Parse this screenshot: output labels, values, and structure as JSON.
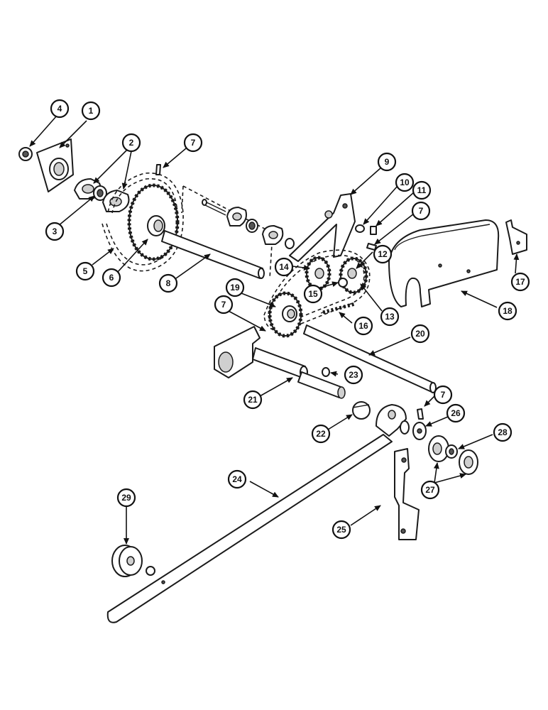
{
  "callouts": [
    {
      "id": "c1",
      "label": "1"
    },
    {
      "id": "c2",
      "label": "2"
    },
    {
      "id": "c3",
      "label": "3"
    },
    {
      "id": "c4",
      "label": "4"
    },
    {
      "id": "c5",
      "label": "5"
    },
    {
      "id": "c6",
      "label": "6"
    },
    {
      "id": "c7a",
      "label": "7"
    },
    {
      "id": "c7b",
      "label": "7"
    },
    {
      "id": "c7c",
      "label": "7"
    },
    {
      "id": "c7d",
      "label": "7"
    },
    {
      "id": "c8",
      "label": "8"
    },
    {
      "id": "c9",
      "label": "9"
    },
    {
      "id": "c10",
      "label": "10"
    },
    {
      "id": "c11",
      "label": "11"
    },
    {
      "id": "c12",
      "label": "12"
    },
    {
      "id": "c13",
      "label": "13"
    },
    {
      "id": "c14",
      "label": "14"
    },
    {
      "id": "c15",
      "label": "15"
    },
    {
      "id": "c16",
      "label": "16"
    },
    {
      "id": "c17",
      "label": "17"
    },
    {
      "id": "c18",
      "label": "18"
    },
    {
      "id": "c19",
      "label": "19"
    },
    {
      "id": "c20",
      "label": "20"
    },
    {
      "id": "c21",
      "label": "21"
    },
    {
      "id": "c22",
      "label": "22"
    },
    {
      "id": "c23",
      "label": "23"
    },
    {
      "id": "c24",
      "label": "24"
    },
    {
      "id": "c25",
      "label": "25"
    },
    {
      "id": "c26",
      "label": "26"
    },
    {
      "id": "c27",
      "label": "27"
    },
    {
      "id": "c28",
      "label": "28"
    },
    {
      "id": "c29",
      "label": "29"
    }
  ]
}
